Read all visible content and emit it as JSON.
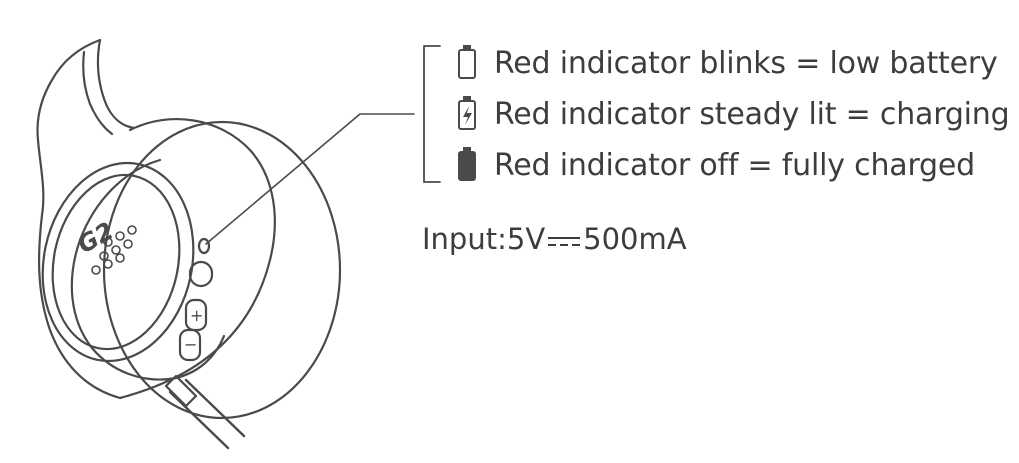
{
  "legend": {
    "items": [
      {
        "icon": "battery-empty-icon",
        "text": "Red indicator blinks = low battery"
      },
      {
        "icon": "battery-charging-icon",
        "text": "Red indicator steady lit = charging"
      },
      {
        "icon": "battery-full-icon",
        "text": "Red indicator off = fully charged"
      }
    ]
  },
  "input": {
    "prefix": "Input:5V",
    "suffix": "500mA",
    "symbol": "dc-current-icon"
  },
  "headphone": {
    "logo_text": "G2",
    "button_labels": [
      "+",
      "−"
    ]
  }
}
